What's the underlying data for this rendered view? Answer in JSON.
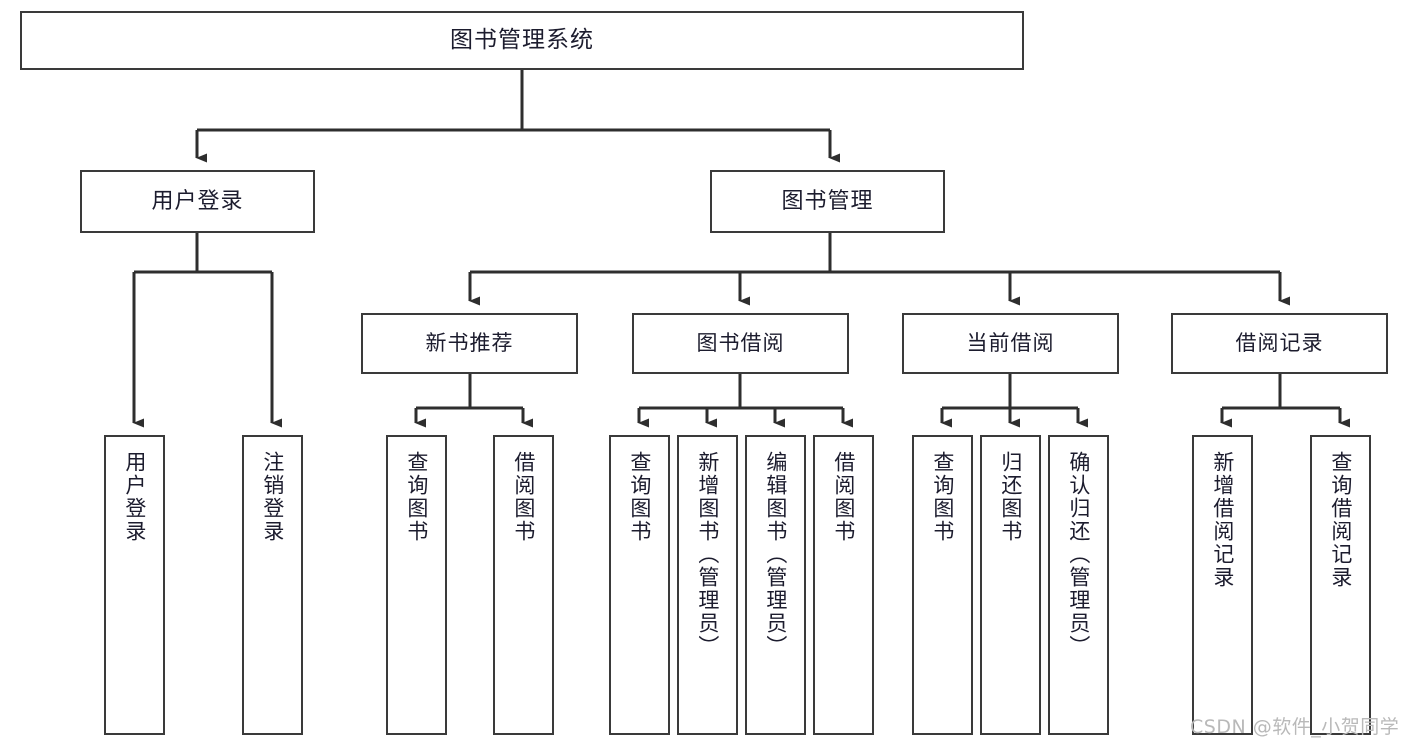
{
  "diagram": {
    "title": "图书管理系统",
    "root": {
      "label": "图书管理系统"
    },
    "level2": [
      {
        "label": "用户登录"
      },
      {
        "label": "图书管理"
      }
    ],
    "level3": [
      {
        "label": "新书推荐"
      },
      {
        "label": "图书借阅"
      },
      {
        "label": "当前借阅"
      },
      {
        "label": "借阅记录"
      }
    ],
    "leaves": {
      "user_login": [
        {
          "label": "用户登录"
        },
        {
          "label": "注销登录"
        }
      ],
      "new_book_recommend": [
        {
          "label": "查询图书"
        },
        {
          "label": "借阅图书"
        }
      ],
      "book_borrow": [
        {
          "label": "查询图书"
        },
        {
          "label": "新增图书（管理员）"
        },
        {
          "label": "编辑图书（管理员）"
        },
        {
          "label": "借阅图书"
        }
      ],
      "current_borrow": [
        {
          "label": "查询图书"
        },
        {
          "label": "归还图书"
        },
        {
          "label": "确认归还（管理员）"
        }
      ],
      "borrow_record": [
        {
          "label": "新增借阅记录"
        },
        {
          "label": "查询借阅记录"
        }
      ]
    }
  },
  "watermark": {
    "text": "CSDN @软件_小贺同学"
  },
  "colors": {
    "border": "#3a3a3a",
    "text": "#1c1c2e",
    "background": "#ffffff",
    "watermark": "#b9b9b9"
  }
}
